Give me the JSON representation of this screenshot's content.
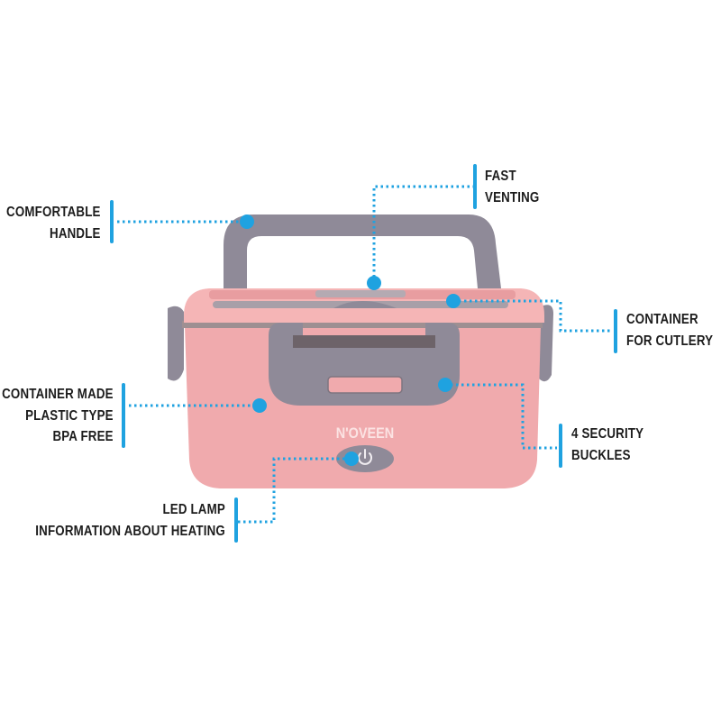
{
  "product": {
    "brand": "N'OVEEN",
    "colors": {
      "body": "#f0aaad",
      "accent": "#8f8a98",
      "callout": "#1fa2e0"
    }
  },
  "callouts": [
    {
      "id": "handle",
      "lines": [
        "COMFORTABLE",
        "HANDLE"
      ]
    },
    {
      "id": "venting",
      "lines": [
        "FAST",
        "VENTING"
      ]
    },
    {
      "id": "cutlery",
      "lines": [
        "CONTAINER",
        "FOR CUTLERY"
      ]
    },
    {
      "id": "plastic",
      "lines": [
        "CONTAINER MADE",
        "PLASTIC TYPE",
        "BPA FREE"
      ]
    },
    {
      "id": "buckles",
      "lines": [
        "4 SECURITY",
        "BUCKLES"
      ]
    },
    {
      "id": "led",
      "lines": [
        "LED LAMP",
        "INFORMATION ABOUT HEATING"
      ]
    }
  ]
}
